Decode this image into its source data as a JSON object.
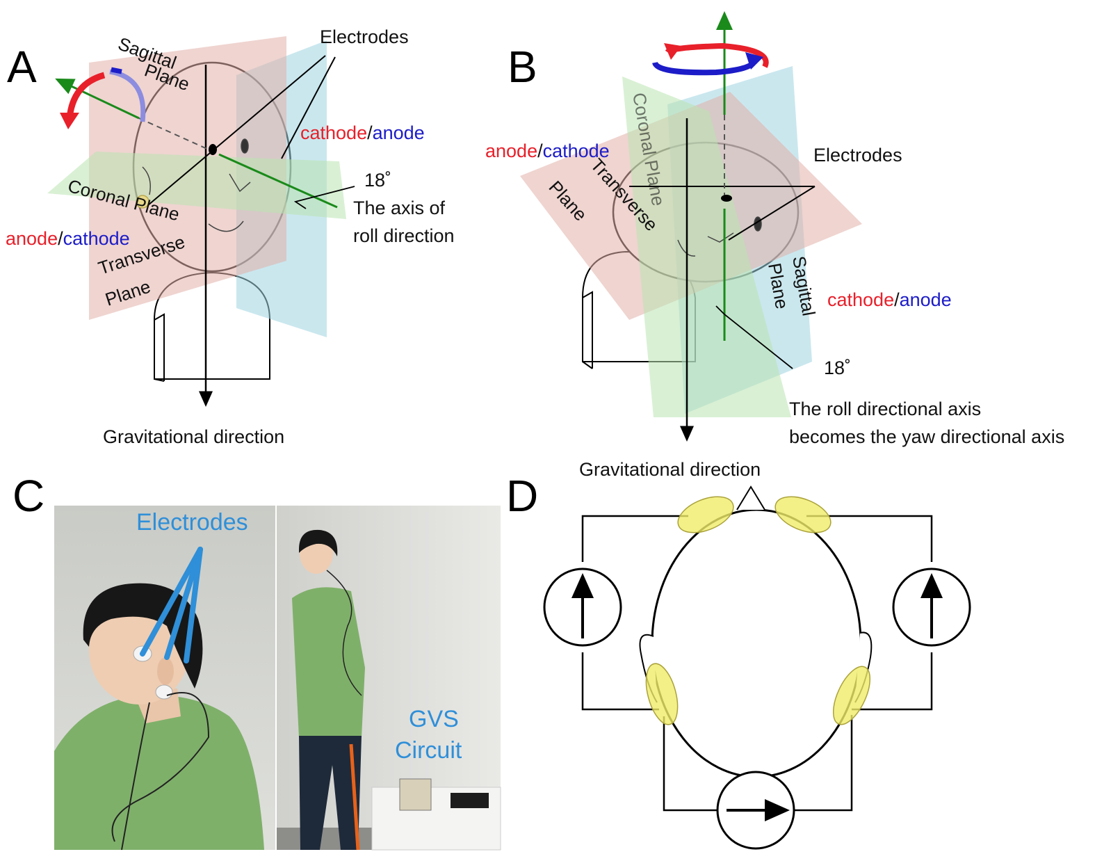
{
  "panels": {
    "a": {
      "letter": "A",
      "sagittal_1": "Sagittal",
      "sagittal_2": "Plane",
      "electrodes": "Electrodes",
      "cathode": "cathode",
      "anode": "anode",
      "slash": "/",
      "angle": "18˚",
      "axis_1": "The axis of",
      "axis_2": "roll direction",
      "coronal": "Coronal Plane",
      "transverse_1": "Transverse",
      "transverse_2": "Plane",
      "gravity": "Gravitational direction"
    },
    "b": {
      "letter": "B",
      "coronal": "Coronal Plane",
      "transverse_1": "Transverse",
      "transverse_2": "Plane",
      "electrodes": "Electrodes",
      "anode": "anode",
      "cathode": "cathode",
      "slash": "/",
      "sagittal_1": "Sagittal",
      "sagittal_2": "Plane",
      "angle": "18˚",
      "axis_1": "The roll directional axis",
      "axis_2": "becomes the yaw directional axis",
      "gravity": "Gravitational direction"
    },
    "c": {
      "letter": "C",
      "electrodes": "Electrodes",
      "gvs_1": "GVS",
      "gvs_2": "Circuit"
    },
    "d": {
      "letter": "D"
    }
  },
  "colors": {
    "anode_text": "#e8202a",
    "cathode_text": "#1c1cc8",
    "axis_green": "#1a8a1a",
    "sagittal_plane": "#9fd4e0",
    "coronal_plane": "#b9e3b0",
    "transverse_plane": "#e2b0aa",
    "electrode_yellow": "#f0ec6a",
    "label_blue": "#2f8fd8"
  }
}
